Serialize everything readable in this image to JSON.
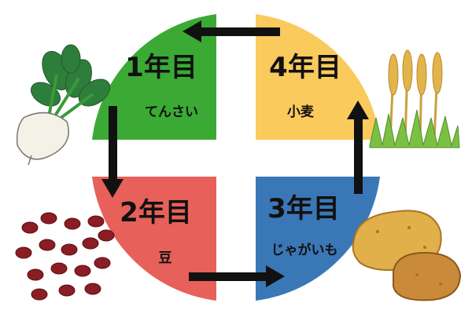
{
  "colors": {
    "year1": "#3aaa35",
    "year2": "#e8605a",
    "year3": "#3a77b7",
    "year4": "#fbca5c",
    "arrow": "#111111"
  },
  "quadrants": [
    {
      "year": "1年目",
      "crop": "てんさい"
    },
    {
      "year": "2年目",
      "crop": "豆"
    },
    {
      "year": "3年目",
      "crop": "じゃがいも"
    },
    {
      "year": "4年目",
      "crop": "小麦"
    }
  ]
}
